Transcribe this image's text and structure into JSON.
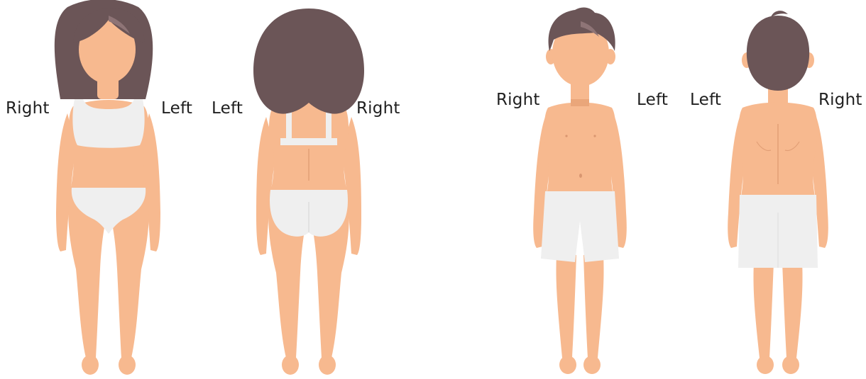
{
  "colors": {
    "skin": "#f7b98f",
    "skin_shade": "#eea97e",
    "hair": "#6b5557",
    "hair_highlight": "#8e7476",
    "underwear": "#efefef",
    "underwear_shade": "#dedede",
    "text": "#1f1f1f",
    "background": "#ffffff"
  },
  "figures": [
    {
      "id": "female-front",
      "view": "front",
      "left_label": "Right",
      "right_label": "Left"
    },
    {
      "id": "female-back",
      "view": "back",
      "left_label": "Left",
      "right_label": "Right"
    },
    {
      "id": "male-front",
      "view": "front",
      "left_label": "Right",
      "right_label": "Left"
    },
    {
      "id": "male-back",
      "view": "back",
      "left_label": "Left",
      "right_label": "Right"
    }
  ]
}
